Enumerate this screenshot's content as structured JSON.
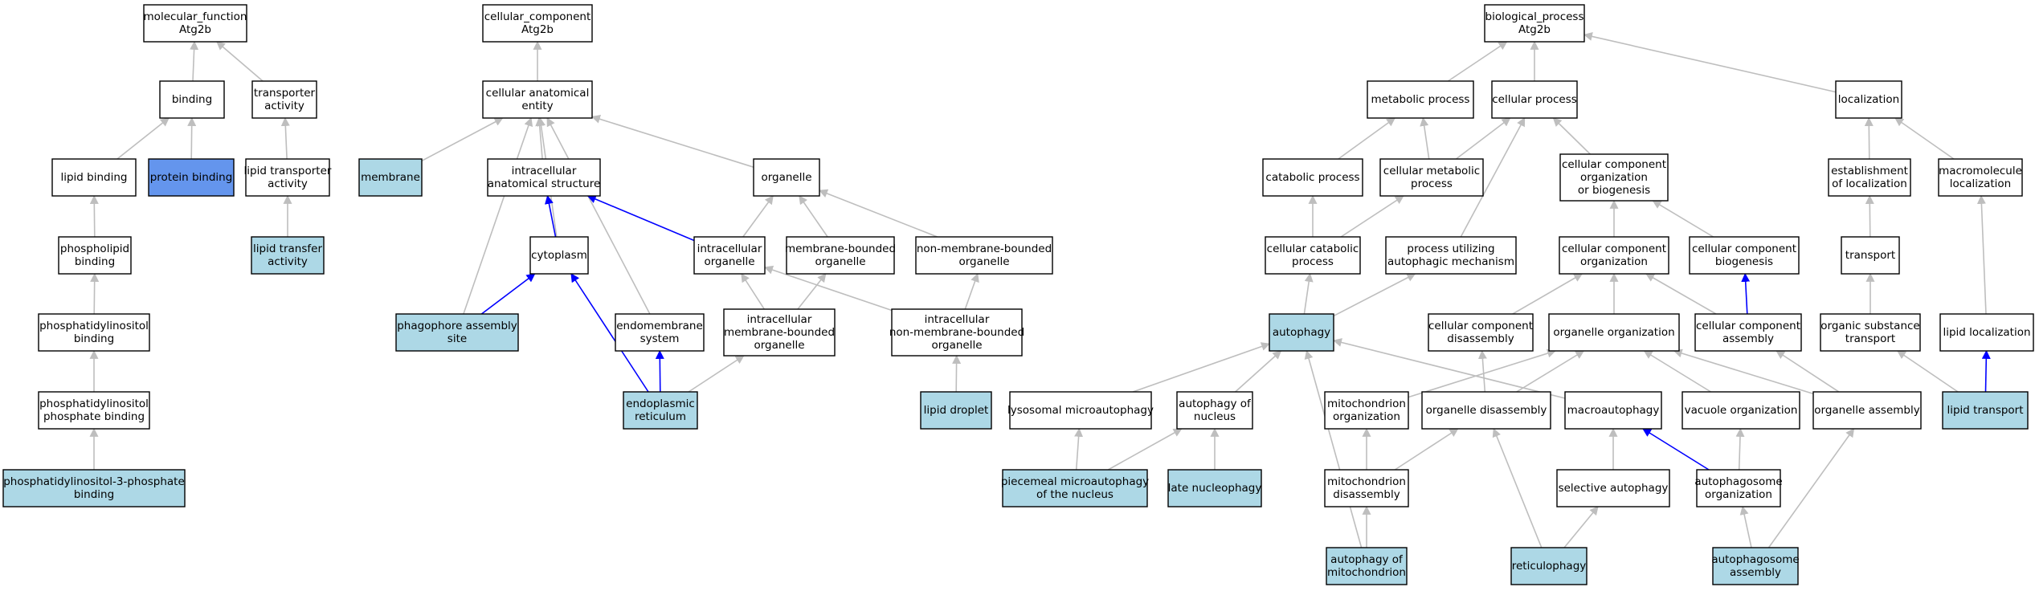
{
  "colors": {
    "default_fill": "#ffffff",
    "annotated_fill": "#add8e6",
    "query_fill": "#6495ed",
    "is_a_edge": "#bebebe",
    "part_of_edge": "#0000ff"
  },
  "nodes": [
    {
      "id": "mf",
      "lines": [
        "molecular_function",
        "Atg2b"
      ],
      "style": "default"
    },
    {
      "id": "binding",
      "lines": [
        "binding"
      ],
      "style": "default"
    },
    {
      "id": "transporter",
      "lines": [
        "transporter",
        "activity"
      ],
      "style": "default"
    },
    {
      "id": "lipidbind",
      "lines": [
        "lipid binding"
      ],
      "style": "default"
    },
    {
      "id": "protbind",
      "lines": [
        "protein binding"
      ],
      "style": "query"
    },
    {
      "id": "liptransporter",
      "lines": [
        "lipid transporter",
        "activity"
      ],
      "style": "default"
    },
    {
      "id": "phospho",
      "lines": [
        "phospholipid",
        "binding"
      ],
      "style": "default"
    },
    {
      "id": "liptransfer",
      "lines": [
        "lipid transfer",
        "activity"
      ],
      "style": "annotated"
    },
    {
      "id": "ptdins",
      "lines": [
        "phosphatidylinositol",
        "binding"
      ],
      "style": "default"
    },
    {
      "id": "ptdinsp",
      "lines": [
        "phosphatidylinositol",
        "phosphate binding"
      ],
      "style": "default"
    },
    {
      "id": "pi3p",
      "lines": [
        "phosphatidylinositol-3-phosphate",
        "binding"
      ],
      "style": "annotated"
    },
    {
      "id": "cc",
      "lines": [
        "cellular_component",
        "Atg2b"
      ],
      "style": "default"
    },
    {
      "id": "cae",
      "lines": [
        "cellular anatomical",
        "entity"
      ],
      "style": "default"
    },
    {
      "id": "membrane",
      "lines": [
        "membrane"
      ],
      "style": "annotated"
    },
    {
      "id": "ias",
      "lines": [
        "intracellular",
        "anatomical structure"
      ],
      "style": "default"
    },
    {
      "id": "organelle",
      "lines": [
        "organelle"
      ],
      "style": "default"
    },
    {
      "id": "cytoplasm",
      "lines": [
        "cytoplasm"
      ],
      "style": "default"
    },
    {
      "id": "intraorg",
      "lines": [
        "intracellular",
        "organelle"
      ],
      "style": "default"
    },
    {
      "id": "mbo",
      "lines": [
        "membrane-bounded",
        "organelle"
      ],
      "style": "default"
    },
    {
      "id": "nmbo",
      "lines": [
        "non-membrane-bounded",
        "organelle"
      ],
      "style": "default"
    },
    {
      "id": "pas",
      "lines": [
        "phagophore assembly",
        "site"
      ],
      "style": "annotated"
    },
    {
      "id": "endomem",
      "lines": [
        "endomembrane",
        "system"
      ],
      "style": "default"
    },
    {
      "id": "imbo",
      "lines": [
        "intracellular",
        "membrane-bounded",
        "organelle"
      ],
      "style": "default"
    },
    {
      "id": "inmbo",
      "lines": [
        "intracellular",
        "non-membrane-bounded",
        "organelle"
      ],
      "style": "default"
    },
    {
      "id": "er",
      "lines": [
        "endoplasmic",
        "reticulum"
      ],
      "style": "annotated"
    },
    {
      "id": "lipdrop",
      "lines": [
        "lipid droplet"
      ],
      "style": "annotated"
    },
    {
      "id": "bp",
      "lines": [
        "biological_process",
        "Atg2b"
      ],
      "style": "default"
    },
    {
      "id": "metab",
      "lines": [
        "metabolic process"
      ],
      "style": "default"
    },
    {
      "id": "cellproc",
      "lines": [
        "cellular process"
      ],
      "style": "default"
    },
    {
      "id": "local",
      "lines": [
        "localization"
      ],
      "style": "default"
    },
    {
      "id": "catab",
      "lines": [
        "catabolic process"
      ],
      "style": "default"
    },
    {
      "id": "cellmetab",
      "lines": [
        "cellular metabolic",
        "process"
      ],
      "style": "default"
    },
    {
      "id": "ccob",
      "lines": [
        "cellular component",
        "organization",
        "or biogenesis"
      ],
      "style": "default"
    },
    {
      "id": "estloc",
      "lines": [
        "establishment",
        "of localization"
      ],
      "style": "default"
    },
    {
      "id": "macroloc",
      "lines": [
        "macromolecule",
        "localization"
      ],
      "style": "default"
    },
    {
      "id": "cellcatab",
      "lines": [
        "cellular catabolic",
        "process"
      ],
      "style": "default"
    },
    {
      "id": "pum",
      "lines": [
        "process utilizing",
        "autophagic mechanism"
      ],
      "style": "default"
    },
    {
      "id": "cco",
      "lines": [
        "cellular component",
        "organization"
      ],
      "style": "default"
    },
    {
      "id": "ccb",
      "lines": [
        "cellular component",
        "biogenesis"
      ],
      "style": "default"
    },
    {
      "id": "transport",
      "lines": [
        "transport"
      ],
      "style": "default"
    },
    {
      "id": "autophagy",
      "lines": [
        "autophagy"
      ],
      "style": "annotated"
    },
    {
      "id": "ccd",
      "lines": [
        "cellular component",
        "disassembly"
      ],
      "style": "default"
    },
    {
      "id": "orgorg",
      "lines": [
        "organelle organization"
      ],
      "style": "default"
    },
    {
      "id": "cca",
      "lines": [
        "cellular component",
        "assembly"
      ],
      "style": "default"
    },
    {
      "id": "ost",
      "lines": [
        "organic substance",
        "transport"
      ],
      "style": "default"
    },
    {
      "id": "liploc",
      "lines": [
        "lipid localization"
      ],
      "style": "default"
    },
    {
      "id": "lysmicro",
      "lines": [
        "lysosomal microautophagy"
      ],
      "style": "default"
    },
    {
      "id": "autonuc",
      "lines": [
        "autophagy of",
        "nucleus"
      ],
      "style": "default"
    },
    {
      "id": "mitoorg",
      "lines": [
        "mitochondrion",
        "organization"
      ],
      "style": "default"
    },
    {
      "id": "orgdis",
      "lines": [
        "organelle disassembly"
      ],
      "style": "default"
    },
    {
      "id": "macroauto",
      "lines": [
        "macroautophagy"
      ],
      "style": "default"
    },
    {
      "id": "vacorg",
      "lines": [
        "vacuole organization"
      ],
      "style": "default"
    },
    {
      "id": "orgasm",
      "lines": [
        "organelle assembly"
      ],
      "style": "default"
    },
    {
      "id": "liptrans",
      "lines": [
        "lipid transport"
      ],
      "style": "annotated"
    },
    {
      "id": "pmn",
      "lines": [
        "piecemeal microautophagy",
        "of the nucleus"
      ],
      "style": "annotated"
    },
    {
      "id": "latenuc",
      "lines": [
        "late nucleophagy"
      ],
      "style": "annotated"
    },
    {
      "id": "mitodis",
      "lines": [
        "mitochondrion",
        "disassembly"
      ],
      "style": "default"
    },
    {
      "id": "selauto",
      "lines": [
        "selective autophagy"
      ],
      "style": "default"
    },
    {
      "id": "apo",
      "lines": [
        "autophagosome",
        "organization"
      ],
      "style": "default"
    },
    {
      "id": "automito",
      "lines": [
        "autophagy of",
        "mitochondrion"
      ],
      "style": "annotated"
    },
    {
      "id": "reticulo",
      "lines": [
        "reticulophagy"
      ],
      "style": "annotated"
    },
    {
      "id": "apa",
      "lines": [
        "autophagosome",
        "assembly"
      ],
      "style": "annotated"
    }
  ],
  "edges": [
    {
      "from": "binding",
      "to": "mf",
      "type": "is_a"
    },
    {
      "from": "transporter",
      "to": "mf",
      "type": "is_a"
    },
    {
      "from": "lipidbind",
      "to": "binding",
      "type": "is_a"
    },
    {
      "from": "protbind",
      "to": "binding",
      "type": "is_a"
    },
    {
      "from": "liptransporter",
      "to": "transporter",
      "type": "is_a"
    },
    {
      "from": "phospho",
      "to": "lipidbind",
      "type": "is_a"
    },
    {
      "from": "liptransfer",
      "to": "liptransporter",
      "type": "is_a"
    },
    {
      "from": "ptdins",
      "to": "phospho",
      "type": "is_a"
    },
    {
      "from": "ptdinsp",
      "to": "ptdins",
      "type": "is_a"
    },
    {
      "from": "pi3p",
      "to": "ptdinsp",
      "type": "is_a"
    },
    {
      "from": "cae",
      "to": "cc",
      "type": "is_a"
    },
    {
      "from": "membrane",
      "to": "cae",
      "type": "is_a"
    },
    {
      "from": "ias",
      "to": "cae",
      "type": "is_a"
    },
    {
      "from": "organelle",
      "to": "cae",
      "type": "is_a"
    },
    {
      "from": "cytoplasm",
      "to": "cae",
      "type": "is_a"
    },
    {
      "from": "pas",
      "to": "cae",
      "type": "is_a"
    },
    {
      "from": "endomem",
      "to": "cae",
      "type": "is_a"
    },
    {
      "from": "cytoplasm",
      "to": "ias",
      "type": "part_of"
    },
    {
      "from": "intraorg",
      "to": "ias",
      "type": "part_of"
    },
    {
      "from": "intraorg",
      "to": "organelle",
      "type": "is_a"
    },
    {
      "from": "mbo",
      "to": "organelle",
      "type": "is_a"
    },
    {
      "from": "nmbo",
      "to": "organelle",
      "type": "is_a"
    },
    {
      "from": "pas",
      "to": "cytoplasm",
      "type": "part_of"
    },
    {
      "from": "er",
      "to": "cytoplasm",
      "type": "part_of"
    },
    {
      "from": "er",
      "to": "endomem",
      "type": "part_of"
    },
    {
      "from": "imbo",
      "to": "intraorg",
      "type": "is_a"
    },
    {
      "from": "imbo",
      "to": "mbo",
      "type": "is_a"
    },
    {
      "from": "inmbo",
      "to": "intraorg",
      "type": "is_a"
    },
    {
      "from": "inmbo",
      "to": "nmbo",
      "type": "is_a"
    },
    {
      "from": "er",
      "to": "imbo",
      "type": "is_a"
    },
    {
      "from": "lipdrop",
      "to": "inmbo",
      "type": "is_a"
    },
    {
      "from": "metab",
      "to": "bp",
      "type": "is_a"
    },
    {
      "from": "cellproc",
      "to": "bp",
      "type": "is_a"
    },
    {
      "from": "local",
      "to": "bp",
      "type": "is_a"
    },
    {
      "from": "catab",
      "to": "metab",
      "type": "is_a"
    },
    {
      "from": "cellmetab",
      "to": "metab",
      "type": "is_a"
    },
    {
      "from": "cellmetab",
      "to": "cellproc",
      "type": "is_a"
    },
    {
      "from": "ccob",
      "to": "cellproc",
      "type": "is_a"
    },
    {
      "from": "pum",
      "to": "cellproc",
      "type": "is_a"
    },
    {
      "from": "estloc",
      "to": "local",
      "type": "is_a"
    },
    {
      "from": "macroloc",
      "to": "local",
      "type": "is_a"
    },
    {
      "from": "cellcatab",
      "to": "catab",
      "type": "is_a"
    },
    {
      "from": "cellcatab",
      "to": "cellmetab",
      "type": "is_a"
    },
    {
      "from": "cco",
      "to": "ccob",
      "type": "is_a"
    },
    {
      "from": "ccb",
      "to": "ccob",
      "type": "is_a"
    },
    {
      "from": "transport",
      "to": "estloc",
      "type": "is_a"
    },
    {
      "from": "autophagy",
      "to": "cellcatab",
      "type": "is_a"
    },
    {
      "from": "autophagy",
      "to": "pum",
      "type": "is_a"
    },
    {
      "from": "ccd",
      "to": "cco",
      "type": "is_a"
    },
    {
      "from": "orgorg",
      "to": "cco",
      "type": "is_a"
    },
    {
      "from": "cca",
      "to": "cco",
      "type": "is_a"
    },
    {
      "from": "cca",
      "to": "ccb",
      "type": "part_of"
    },
    {
      "from": "ost",
      "to": "transport",
      "type": "is_a"
    },
    {
      "from": "liploc",
      "to": "macroloc",
      "type": "is_a"
    },
    {
      "from": "lysmicro",
      "to": "autophagy",
      "type": "is_a"
    },
    {
      "from": "autonuc",
      "to": "autophagy",
      "type": "is_a"
    },
    {
      "from": "macroauto",
      "to": "autophagy",
      "type": "is_a"
    },
    {
      "from": "automito",
      "to": "autophagy",
      "type": "is_a"
    },
    {
      "from": "mitoorg",
      "to": "orgorg",
      "type": "is_a"
    },
    {
      "from": "orgdis",
      "to": "orgorg",
      "type": "is_a"
    },
    {
      "from": "orgdis",
      "to": "ccd",
      "type": "is_a"
    },
    {
      "from": "vacorg",
      "to": "orgorg",
      "type": "is_a"
    },
    {
      "from": "orgasm",
      "to": "orgorg",
      "type": "is_a"
    },
    {
      "from": "orgasm",
      "to": "cca",
      "type": "is_a"
    },
    {
      "from": "liptrans",
      "to": "ost",
      "type": "is_a"
    },
    {
      "from": "liptrans",
      "to": "liploc",
      "type": "part_of"
    },
    {
      "from": "pmn",
      "to": "lysmicro",
      "type": "is_a"
    },
    {
      "from": "pmn",
      "to": "autonuc",
      "type": "is_a"
    },
    {
      "from": "latenuc",
      "to": "autonuc",
      "type": "is_a"
    },
    {
      "from": "mitodis",
      "to": "mitoorg",
      "type": "is_a"
    },
    {
      "from": "mitodis",
      "to": "orgdis",
      "type": "is_a"
    },
    {
      "from": "selauto",
      "to": "macroauto",
      "type": "is_a"
    },
    {
      "from": "apo",
      "to": "macroauto",
      "type": "part_of"
    },
    {
      "from": "apo",
      "to": "vacorg",
      "type": "is_a"
    },
    {
      "from": "automito",
      "to": "mitodis",
      "type": "is_a"
    },
    {
      "from": "reticulo",
      "to": "orgdis",
      "type": "is_a"
    },
    {
      "from": "reticulo",
      "to": "selauto",
      "type": "is_a"
    },
    {
      "from": "apa",
      "to": "apo",
      "type": "is_a"
    },
    {
      "from": "apa",
      "to": "orgasm",
      "type": "is_a"
    }
  ]
}
